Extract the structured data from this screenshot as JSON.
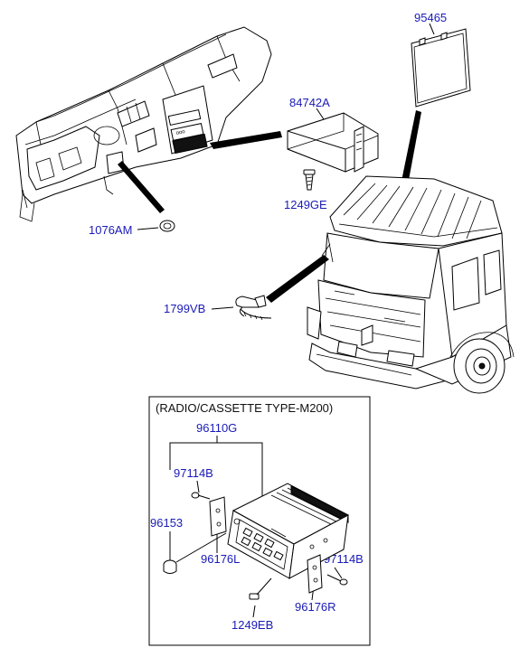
{
  "labels": {
    "cover": "95465",
    "tray": "84742A",
    "screw_tray": "1249GE",
    "grommet": "1076AM",
    "strap": "1799VB",
    "audio": "96110G",
    "screw_left": "97114B",
    "screw_right": "97114B",
    "knob": "96153",
    "bracket_left": "96176L",
    "bracket_right": "96176R",
    "bolt": "1249EB"
  },
  "inset": {
    "caption": "(RADIO/CASSETTE TYPE-M200)"
  },
  "colors": {
    "label": "#1a1ab8",
    "line": "#000000"
  }
}
